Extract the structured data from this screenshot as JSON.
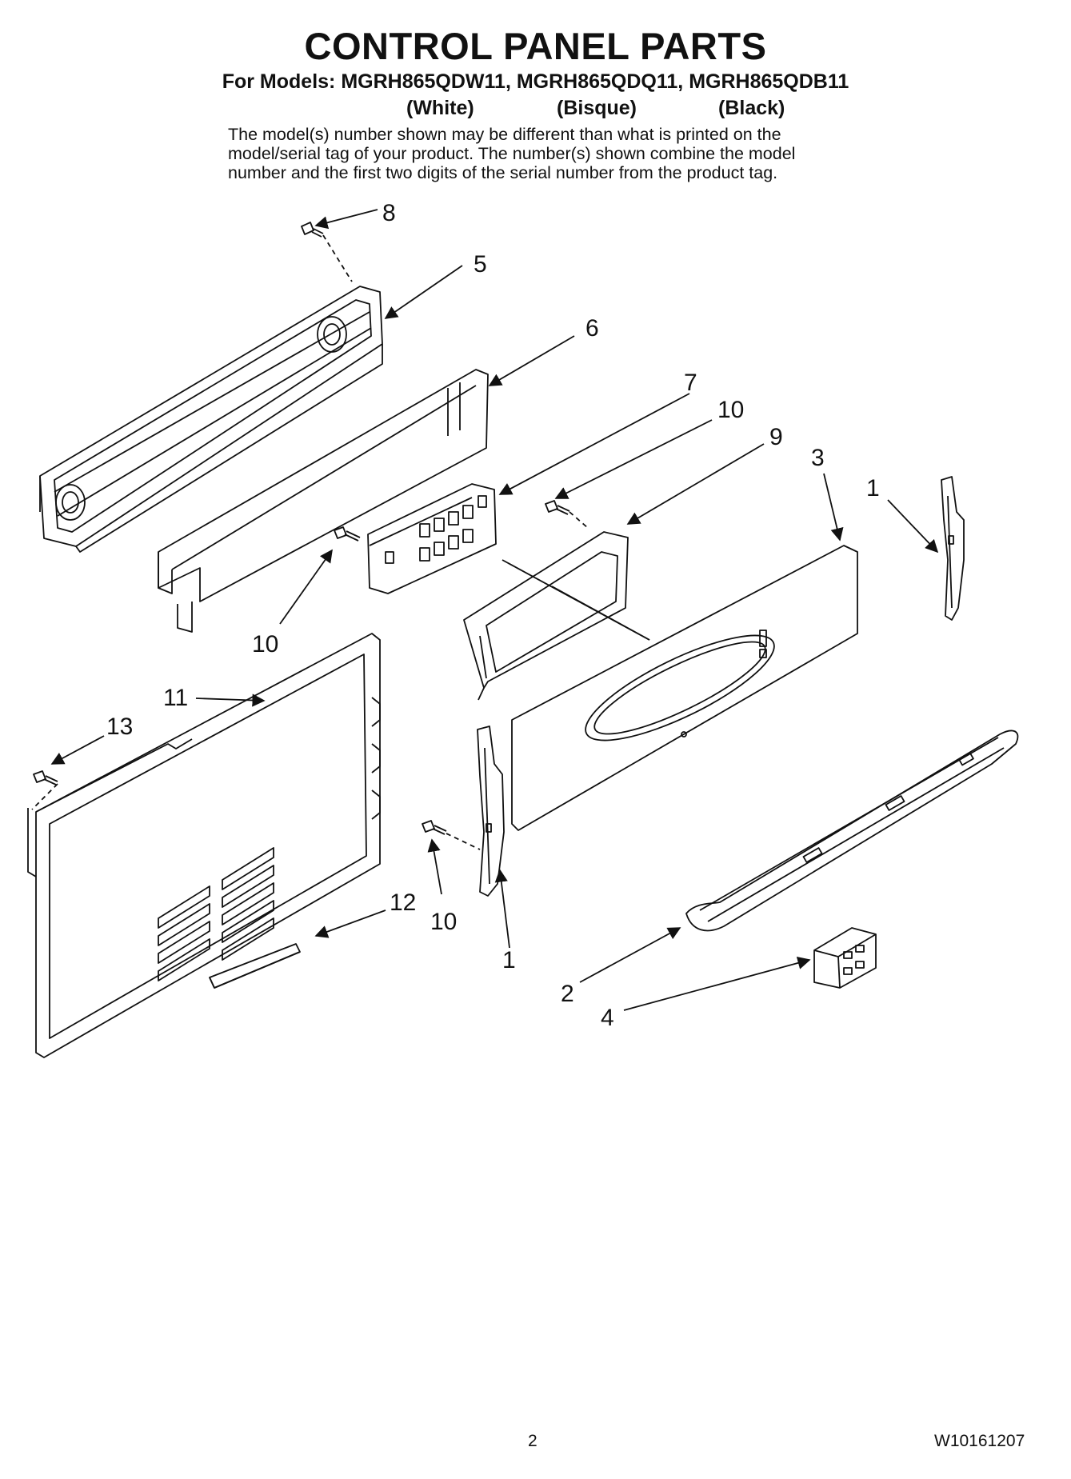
{
  "header": {
    "title": "CONTROL PANEL PARTS",
    "models_line": "For Models: MGRH865QDW11, MGRH865QDQ11, MGRH865QDB11",
    "colors": [
      "(White)",
      "(Bisque)",
      "(Black)"
    ],
    "disclaimer_lines": [
      "The model(s) number shown may be different than what is printed on the",
      "model/serial tag of your product. The number(s) shown combine the model",
      "number and the first two digits of the serial number from the product tag."
    ]
  },
  "diagram": {
    "callouts": [
      "8",
      "5",
      "6",
      "7",
      "10",
      "9",
      "3",
      "1",
      "10",
      "11",
      "13",
      "12",
      "10",
      "1",
      "2",
      "4"
    ]
  },
  "footer": {
    "page_number": "2",
    "document_number": "W10161207"
  }
}
